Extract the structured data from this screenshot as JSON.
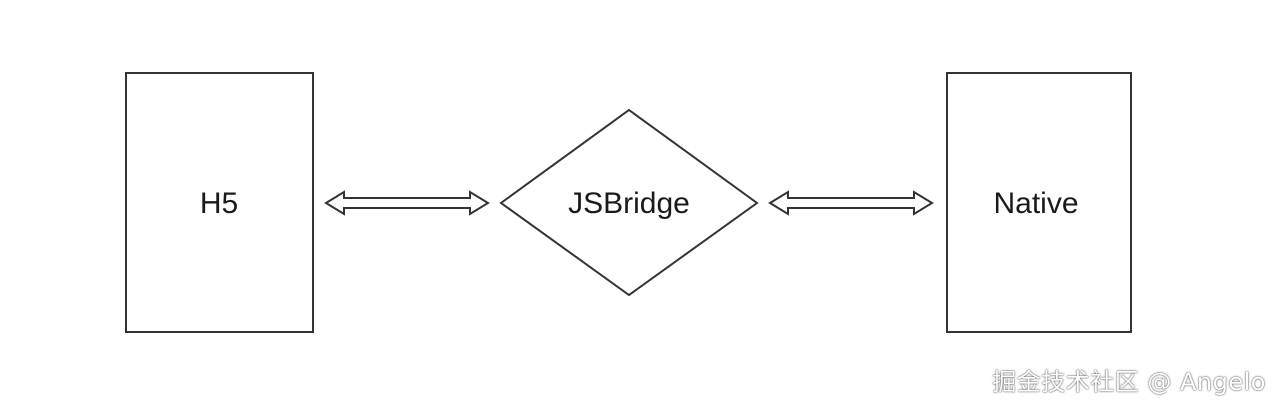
{
  "diagram": {
    "nodes": {
      "h5": {
        "label": "H5",
        "shape": "rectangle"
      },
      "bridge": {
        "label": "JSBridge",
        "shape": "diamond"
      },
      "native": {
        "label": "Native",
        "shape": "rectangle"
      }
    },
    "connections": [
      {
        "from": "h5",
        "to": "bridge",
        "type": "double-arrow"
      },
      {
        "from": "bridge",
        "to": "native",
        "type": "double-arrow"
      }
    ],
    "colors": {
      "stroke": "#333333",
      "background": "#ffffff",
      "text": "#1a1a1a"
    }
  },
  "watermark": {
    "text": "掘金技术社区 @ Angelo"
  }
}
